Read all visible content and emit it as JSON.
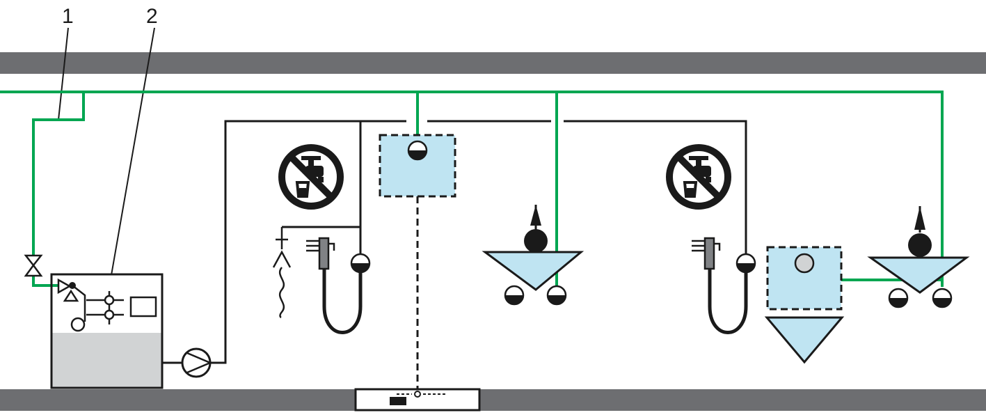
{
  "labels": [
    {
      "id": "1",
      "text": "1"
    },
    {
      "id": "2",
      "text": "2"
    }
  ],
  "colors": {
    "floor_slab": "#6d6e71",
    "green_pipe": "#00a651",
    "black_pipe": "#1a1a1a",
    "light_blue": "#bfe4f2",
    "tank_fill": "#d1d3d4",
    "white": "#ffffff"
  },
  "icons": [
    "no-drinking-water-icon",
    "no-drinking-water-icon",
    "valve-icon",
    "pump-icon",
    "cistern-icon",
    "urinal-icon",
    "shower-icon",
    "tap-icon",
    "floor-drain-icon"
  ]
}
